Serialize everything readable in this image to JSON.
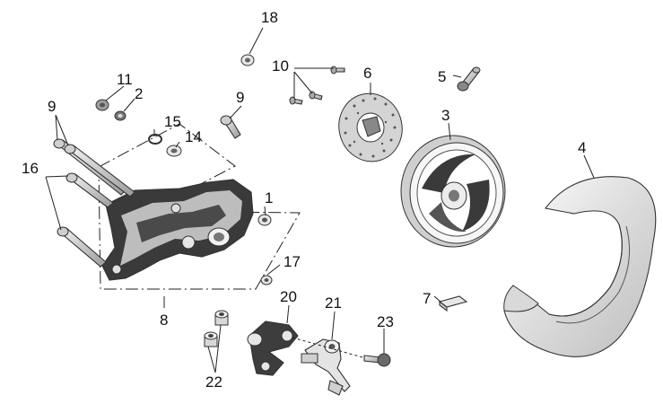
{
  "callouts": {
    "c1": "1",
    "c2": "2",
    "c3": "3",
    "c4": "4",
    "c5": "5",
    "c6": "6",
    "c7": "7",
    "c8": "8",
    "c9a": "9",
    "c9b": "9",
    "c10": "10",
    "c11": "11",
    "c14": "14",
    "c15": "15",
    "c16": "16",
    "c17": "17",
    "c18": "18",
    "c20": "20",
    "c21": "21",
    "c22": "22",
    "c23": "23"
  }
}
